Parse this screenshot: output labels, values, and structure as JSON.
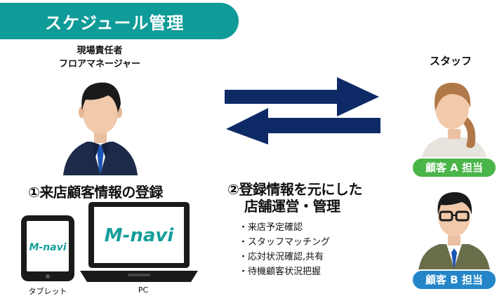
{
  "header": {
    "title": "スケジュール管理"
  },
  "manager": {
    "line1": "現場責任者",
    "line2": "フロアマネージャー"
  },
  "step1": {
    "title": "①来店顧客情報の登録"
  },
  "step2": {
    "line1": "②登録情報を元にした",
    "line2": "店舗運営・管理",
    "bullets": [
      "来店予定確認",
      "スタッフマッチング",
      "応対状況確認,共有",
      "待機顧客状況把握"
    ]
  },
  "devices": {
    "app_logo": "M-navi",
    "tablet_caption": "タブレット",
    "pc_caption": "PC"
  },
  "staff": {
    "label": "スタッフ",
    "badge_a": "顧客 A 担当",
    "badge_b": "顧客 B 担当"
  },
  "colors": {
    "title_bg": "#0f9b98",
    "arrow": "#0e2a66",
    "badge_a": "#4ab548",
    "badge_b": "#2486c9",
    "logo": "#159e9a"
  }
}
